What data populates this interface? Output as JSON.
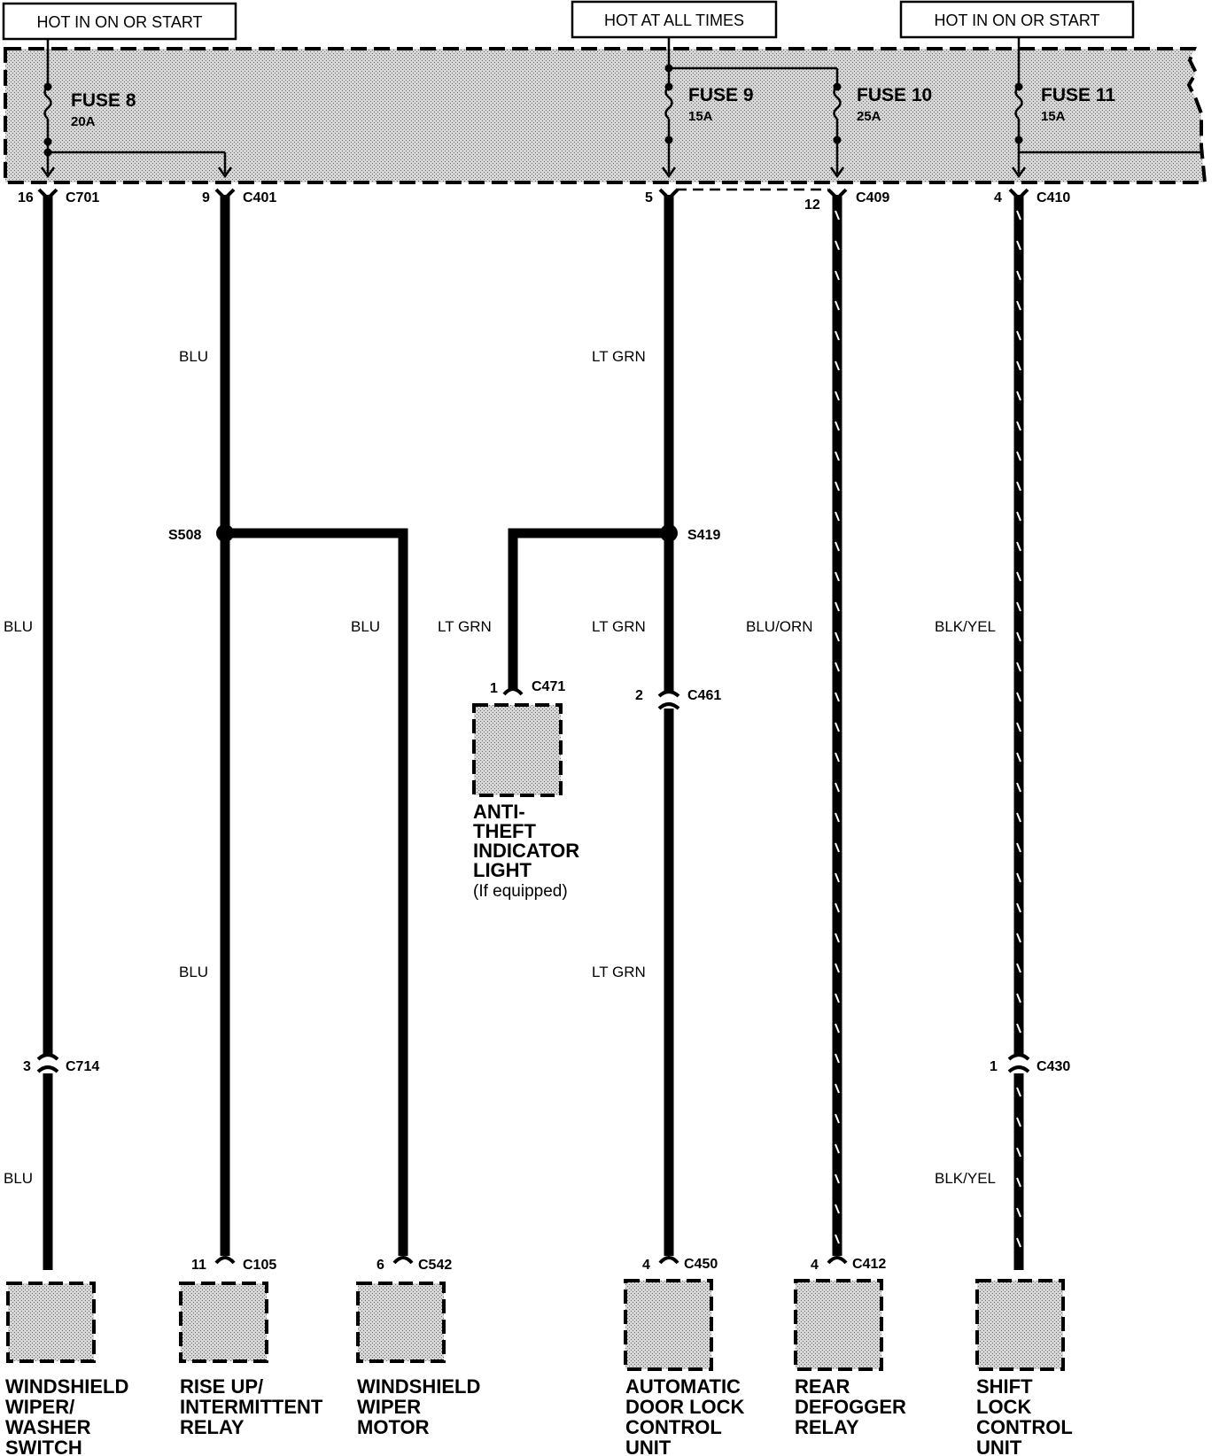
{
  "power_labels": {
    "left": "HOT IN ON OR START",
    "middle": "HOT AT ALL TIMES",
    "right": "HOT IN ON OR START"
  },
  "fuses": [
    {
      "name": "FUSE 8",
      "rating": "20A"
    },
    {
      "name": "FUSE 9",
      "rating": "15A"
    },
    {
      "name": "FUSE 10",
      "rating": "25A"
    },
    {
      "name": "FUSE 11",
      "rating": "15A"
    }
  ],
  "connectors": {
    "c701": {
      "pin": "16",
      "id": "C701"
    },
    "c401": {
      "pin": "9",
      "id": "C401"
    },
    "c409_top": {
      "pin": "5",
      "id": ""
    },
    "c409": {
      "pin": "12",
      "id": "C409"
    },
    "c410": {
      "pin": "4",
      "id": "C410"
    },
    "c471": {
      "pin": "1",
      "id": "C471"
    },
    "c461": {
      "pin": "2",
      "id": "C461"
    },
    "c714": {
      "pin": "3",
      "id": "C714"
    },
    "c430": {
      "pin": "1",
      "id": "C430"
    },
    "c105": {
      "pin": "11",
      "id": "C105"
    },
    "c542": {
      "pin": "6",
      "id": "C542"
    },
    "c450": {
      "pin": "4",
      "id": "C450"
    },
    "c412": {
      "pin": "4",
      "id": "C412"
    }
  },
  "splices": {
    "s508": "S508",
    "s419": "S419"
  },
  "wire_colors": {
    "w1_upper": "BLU",
    "w1_lower": "BLU",
    "w2_upper": "BLU",
    "w2_lower": "BLU",
    "w3": "BLU",
    "w4": "LT GRN",
    "w5_upper": "LT GRN",
    "w5_mid": "LT GRN",
    "w5_lower": "LT GRN",
    "w6": "BLU/ORN",
    "w7_upper": "BLK/YEL",
    "w7_lower": "BLK/YEL"
  },
  "components": {
    "anti_theft": [
      "ANTI-",
      "THEFT",
      "INDICATOR",
      "LIGHT",
      "(If equipped)"
    ],
    "ws_switch": [
      "WINDSHIELD",
      "WIPER/",
      "WASHER",
      "SWITCH"
    ],
    "rise_relay": [
      "RISE UP/",
      "INTERMITTENT",
      "RELAY"
    ],
    "ws_motor": [
      "WINDSHIELD",
      "WIPER",
      "MOTOR"
    ],
    "door_lock": [
      "AUTOMATIC",
      "DOOR LOCK",
      "CONTROL",
      "UNIT"
    ],
    "defogger": [
      "REAR",
      "DEFOGGER",
      "RELAY"
    ],
    "shift_lock": [
      "SHIFT",
      "LOCK",
      "CONTROL",
      "UNIT"
    ]
  },
  "colors": {
    "wire": "#000000",
    "box_fill": "#c8c8c8",
    "background": "#ffffff"
  }
}
